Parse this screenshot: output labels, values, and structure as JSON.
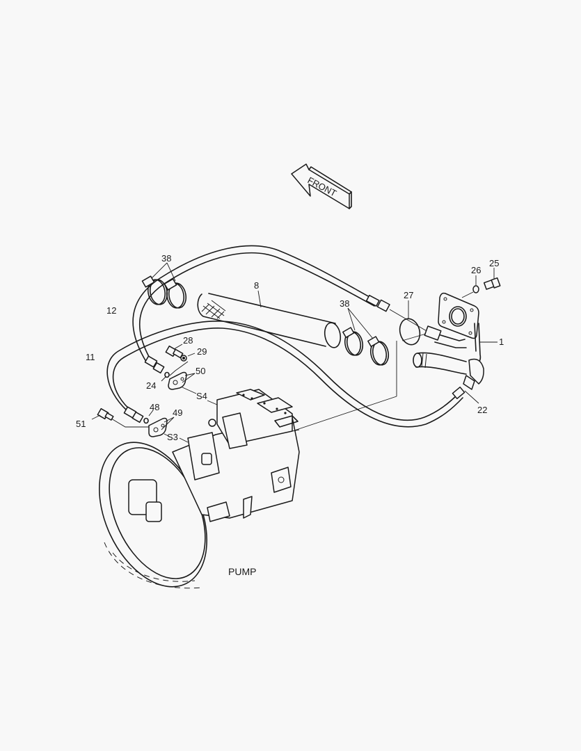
{
  "diagram": {
    "title": "PUMP",
    "direction_arrow": {
      "label": "FRONT",
      "icon": "front-arrow-icon"
    },
    "background": "#f8f8f8",
    "line_color": "#1a1a1a",
    "callouts": [
      {
        "id": "c1",
        "label": "1",
        "part": "pipe-assembly"
      },
      {
        "id": "c8",
        "label": "8",
        "part": "protective-sleeve"
      },
      {
        "id": "c11",
        "label": "11",
        "part": "hose"
      },
      {
        "id": "c12",
        "label": "12",
        "part": "hose"
      },
      {
        "id": "c22",
        "label": "22",
        "part": "fitting"
      },
      {
        "id": "c24",
        "label": "24",
        "part": "o-ring"
      },
      {
        "id": "c25",
        "label": "25",
        "part": "bolt"
      },
      {
        "id": "c26",
        "label": "26",
        "part": "washer"
      },
      {
        "id": "c27",
        "label": "27",
        "part": "o-ring"
      },
      {
        "id": "c28",
        "label": "28",
        "part": "bolt"
      },
      {
        "id": "c29",
        "label": "29",
        "part": "washer"
      },
      {
        "id": "c38a",
        "label": "38",
        "part": "hose-clamp"
      },
      {
        "id": "c38b",
        "label": "38",
        "part": "hose-clamp"
      },
      {
        "id": "c48",
        "label": "48",
        "part": "o-ring"
      },
      {
        "id": "c49",
        "label": "49",
        "part": "split-flange"
      },
      {
        "id": "c50",
        "label": "50",
        "part": "split-flange"
      },
      {
        "id": "c51",
        "label": "51",
        "part": "bolt"
      },
      {
        "id": "cS3",
        "label": "S3",
        "part": "port"
      },
      {
        "id": "cS4",
        "label": "S4",
        "part": "port"
      }
    ]
  }
}
